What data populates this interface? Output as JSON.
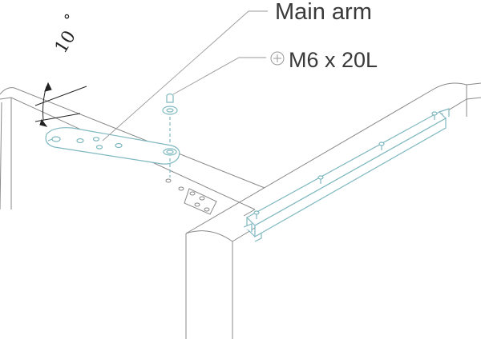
{
  "labels": {
    "main_arm": "Main arm",
    "screw": "M6 x 20L",
    "angle": "10",
    "degree": "°"
  },
  "icons": {
    "screw_head": "phillips-screw-head-icon"
  },
  "colors": {
    "outline": "#8a8a8a",
    "part": "#7fb8c0",
    "leader": "#9a9a9a",
    "text": "#3a3a3a",
    "dimension": "#222222"
  }
}
